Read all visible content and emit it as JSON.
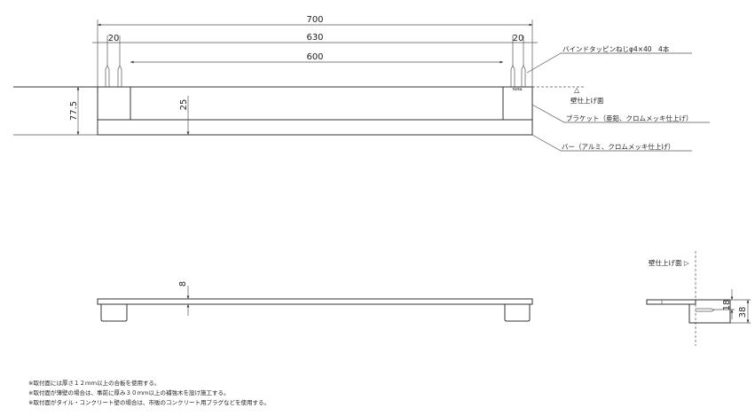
{
  "front_view": {
    "dims": {
      "overall": "700",
      "screw_pitch": "630",
      "bar_inner": "600",
      "screw_offset_left": "20",
      "screw_offset_right": "20",
      "height": "77.5",
      "bar_height": "25"
    },
    "brand_mark": "TOTO",
    "labels": {
      "screw": "バインドタッピンねじφ4×40　4本",
      "wall_surface": "壁仕上げ面",
      "bracket": "ブラケット（亜鉛、クロムメッキ仕上げ）",
      "bar": "バー（アルミ、クロムメッキ仕上げ）"
    }
  },
  "plan_view": {
    "dims": {
      "thickness": "8"
    }
  },
  "side_view": {
    "wall_surface": "壁仕上げ面 ▷",
    "dims": {
      "screw_height": "18",
      "bracket_height": "38"
    }
  },
  "notes": [
    "※取付面には厚さ１２ｍｍ以上の合板を使用する。",
    "※取付面が薄壁の場合は、事前に厚み３０ｍｍ以上の補強木を設け施工する。",
    "※取付面がタイル・コンクリート壁の場合は、市販のコンクリート用プラグなどを使用する。"
  ]
}
